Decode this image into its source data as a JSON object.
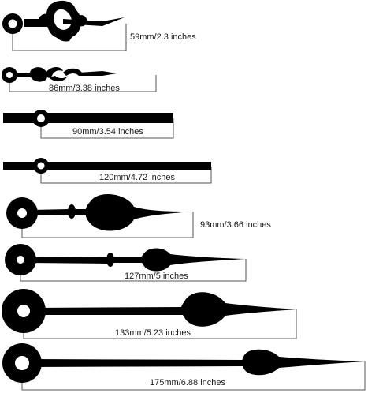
{
  "palette": {
    "hand": "#000000",
    "bracket": "#555555",
    "background": "#ffffff"
  },
  "hands": [
    {
      "style": "ornate-fleur",
      "label": "59mm/2.3 inches"
    },
    {
      "style": "ornate-scroll",
      "label": "86mm/3.38 inches"
    },
    {
      "style": "straight-bar",
      "label": "90mm/3.54 inches"
    },
    {
      "style": "straight-bar",
      "label": "120mm/4.72 inches"
    },
    {
      "style": "spade",
      "label": "93mm/3.66 inches"
    },
    {
      "style": "spade",
      "label": "127mm/5 inches"
    },
    {
      "style": "spade",
      "label": "133mm/5.23 inches"
    },
    {
      "style": "spade",
      "label": "175mm/6.88 inches"
    }
  ]
}
